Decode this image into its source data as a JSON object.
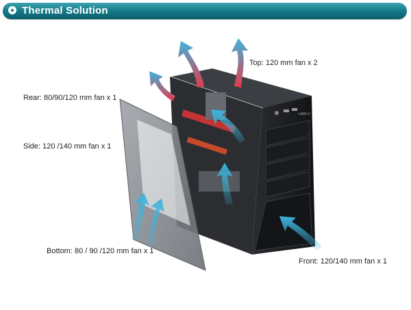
{
  "header": {
    "title": "Thermal Solution"
  },
  "case": {
    "brand_text": "LIAN LI"
  },
  "labels": {
    "top": "Top: 120 mm fan x 2",
    "rear": "Rear: 80/90/120 mm fan x 1",
    "side": "Side: 120 /140 mm fan x 1",
    "bottom": "Bottom: 80 / 90 /120 mm fan x 1",
    "front": "Front: 120/140  mm fan x 1"
  },
  "colors": {
    "banner": "#137684",
    "intake_arrow": "#3cb4dc",
    "exhaust_arrow": "#e53a4a"
  }
}
